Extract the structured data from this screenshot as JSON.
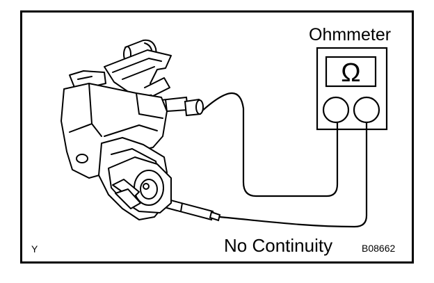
{
  "diagram": {
    "meter_label": "Ohmmeter",
    "meter_symbol": "Ω",
    "result_label": "No Continuity",
    "corner_letter": "Y",
    "figure_code": "B08662"
  },
  "colors": {
    "ink": "#000000",
    "paper": "#ffffff"
  }
}
